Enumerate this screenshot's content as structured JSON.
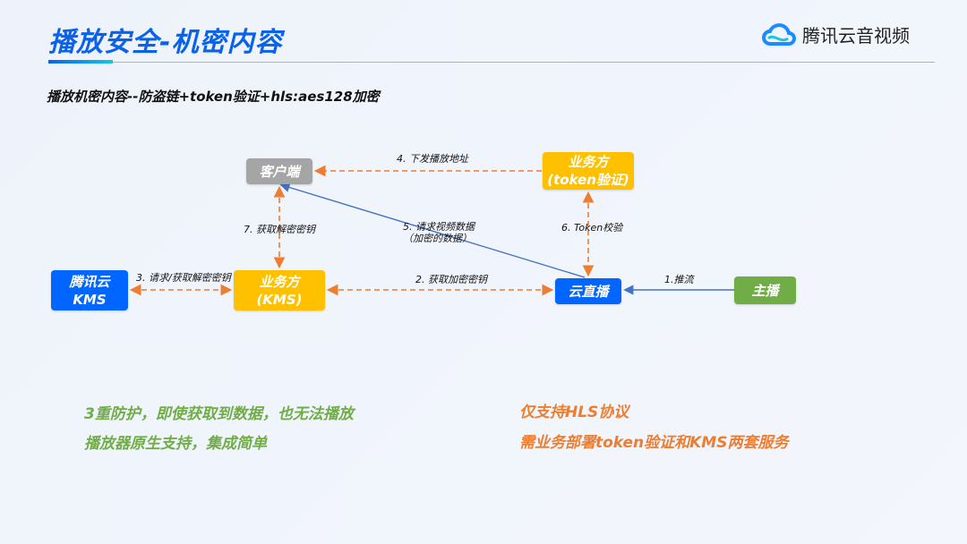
{
  "header": {
    "title": "播放安全-机密内容",
    "brand": "腾讯云音视频",
    "subtitle": "播放机密内容--防盗链+token验证+hls:aes128加密"
  },
  "nodes": {
    "client": "客户端",
    "biz_token_1": "业务方",
    "biz_token_2": "(token验证)",
    "kms_1": "腾讯云",
    "kms_2": "KMS",
    "biz_kms_1": "业务方",
    "biz_kms_2": "(KMS)",
    "live": "云直播",
    "anchor": "主播"
  },
  "edges": {
    "e1": "1.推流",
    "e2": "2. 获取加密密钥",
    "e3": "3. 请求/获取解密密钥",
    "e4": "4. 下发播放地址",
    "e5a": "5. 请求视频数据",
    "e5b": "（加密的数据）",
    "e6": "6. Token校验",
    "e7": "7. 获取解密密钥"
  },
  "notes": {
    "pros": [
      "3重防护，即使获取到数据，也无法播放",
      "播放器原生支持，集成简单"
    ],
    "cons": [
      "仅支持HLS协议",
      "需业务部署token验证和KMS两套服务"
    ]
  },
  "colors": {
    "blue": "#0066ff",
    "yellow": "#ffc000",
    "green": "#70ad47",
    "orange": "#ed7d31",
    "gray": "#a5a5a5"
  }
}
